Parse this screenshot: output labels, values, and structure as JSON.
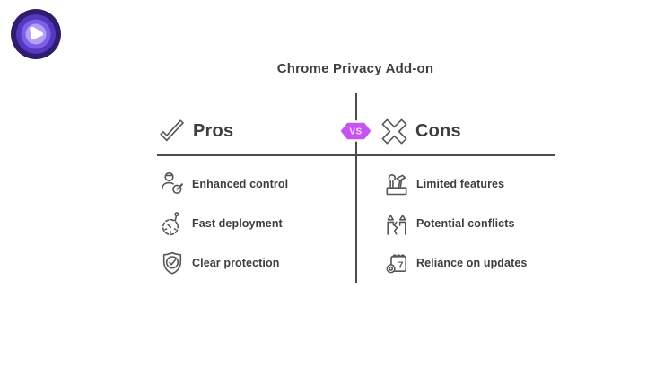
{
  "header": {
    "title": "Chrome Privacy Add-on"
  },
  "vs_badge": {
    "label": "VS"
  },
  "pros": {
    "header": "Pros",
    "items": [
      {
        "icon": "user-gauge-icon",
        "label": "Enhanced control"
      },
      {
        "icon": "speedometer-icon",
        "label": "Fast deployment"
      },
      {
        "icon": "shield-check-icon",
        "label": "Clear protection"
      }
    ]
  },
  "cons": {
    "header": "Cons",
    "items": [
      {
        "icon": "toolbox-icon",
        "label": "Limited features"
      },
      {
        "icon": "conflict-icon",
        "label": "Potential conflicts"
      },
      {
        "icon": "calendar-gear-icon",
        "label": "Reliance on updates"
      }
    ]
  },
  "icons": {
    "calendar_day": "7"
  },
  "colors": {
    "accent": "#c554f1",
    "icon_stroke": "#54575a",
    "text": "#3e3e40",
    "divider": "#4b4b4d",
    "logo_dark": "#311c70",
    "logo_mid": "#5338c0",
    "logo_light": "#7e60e8",
    "logo_pale": "#b4a0f5"
  }
}
